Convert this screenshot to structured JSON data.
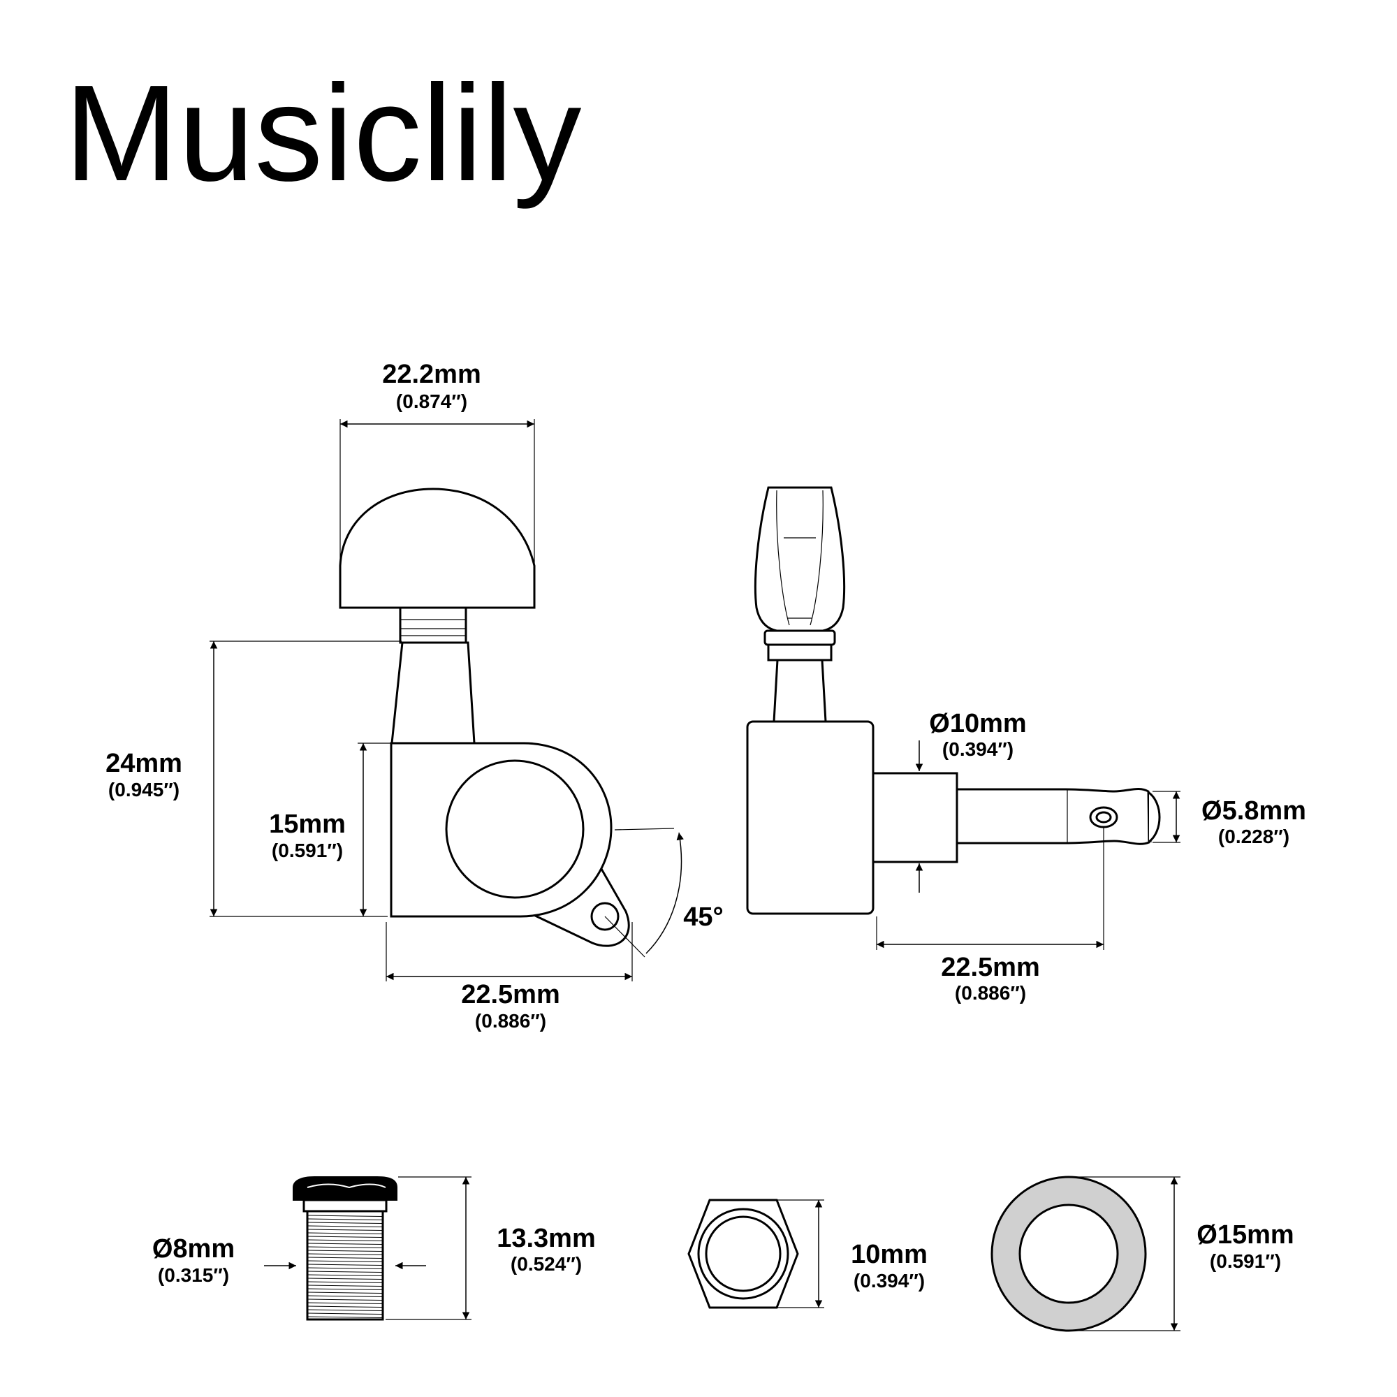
{
  "brand": "Musiclily",
  "colors": {
    "line": "#000000",
    "background": "#ffffff",
    "washer_fill": "#d0d0d0"
  },
  "front_view": {
    "button_width": {
      "mm": "22.2mm",
      "inch": "(0.874″)"
    },
    "total_height": {
      "mm": "24mm",
      "inch": "(0.945″)"
    },
    "housing_height": {
      "mm": "15mm",
      "inch": "(0.591″)"
    },
    "housing_width": {
      "mm": "22.5mm",
      "inch": "(0.886″)"
    },
    "mount_angle": "45°"
  },
  "side_view": {
    "bushing_diameter": {
      "mm": "Ø10mm",
      "inch": "(0.394″)"
    },
    "post_diameter": {
      "mm": "Ø5.8mm",
      "inch": "(0.228″)"
    },
    "post_length": {
      "mm": "22.5mm",
      "inch": "(0.886″)"
    }
  },
  "bushing": {
    "diameter": {
      "mm": "Ø8mm",
      "inch": "(0.315″)"
    },
    "height": {
      "mm": "13.3mm",
      "inch": "(0.524″)"
    }
  },
  "hex_nut": {
    "width": {
      "mm": "10mm",
      "inch": "(0.394″)"
    }
  },
  "washer": {
    "diameter": {
      "mm": "Ø15mm",
      "inch": "(0.591″)"
    }
  }
}
